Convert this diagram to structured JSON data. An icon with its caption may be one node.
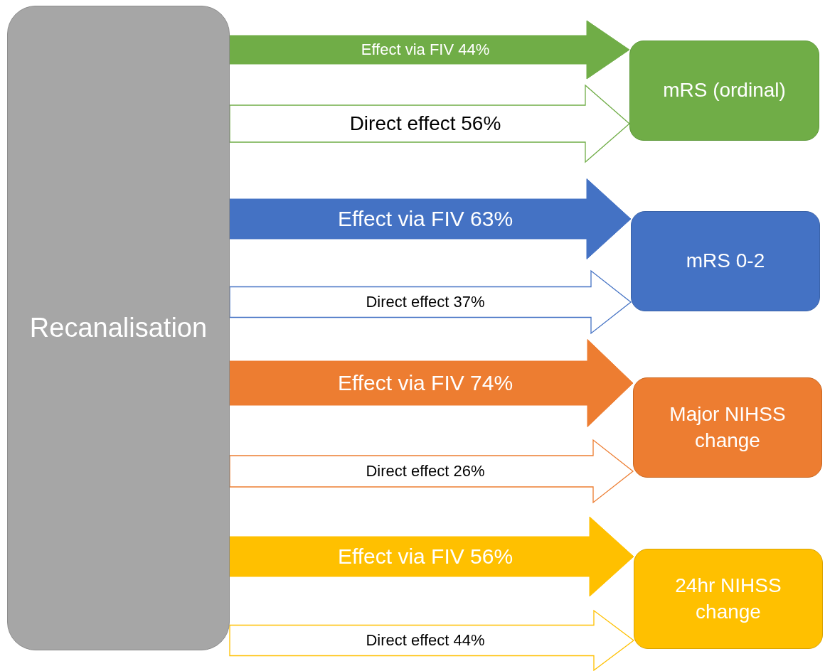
{
  "diagram": {
    "nodes": [
      {
        "text": [
          "Recanalisation"
        ]
      },
      {
        "text": [
          "mRS (ordinal)"
        ]
      },
      {
        "text": [
          "mRS 0-2"
        ]
      },
      {
        "text": [
          "Major NIHSS change"
        ]
      },
      {
        "text": [
          "24hr NIHSS change"
        ]
      }
    ],
    "edges": [
      {
        "from": 0,
        "to": 1,
        "arrow": "to",
        "label": "Effect via FIV 44%",
        "style": "thick",
        "color": "#70ad47"
      },
      {
        "from": 0,
        "to": 1,
        "arrow": "to",
        "label": "Direct effect 56%",
        "color": "#70ad47"
      },
      {
        "from": 0,
        "to": 2,
        "arrow": "to",
        "label": "Effect via FIV 63%",
        "style": "thick",
        "color": "#4472c4"
      },
      {
        "from": 0,
        "to": 2,
        "arrow": "to",
        "label": "Direct effect 37%",
        "color": "#4472c4"
      },
      {
        "from": 0,
        "to": 3,
        "arrow": "to",
        "label": "Effect via FIV 74%",
        "style": "thick",
        "color": "#ed7d31"
      },
      {
        "from": 0,
        "to": 3,
        "arrow": "to",
        "label": "Direct effect 26%",
        "color": "#ed7d31"
      },
      {
        "from": 0,
        "to": 4,
        "arrow": "to",
        "label": "Effect via FIV 56%",
        "style": "thick",
        "color": "#ffc000"
      },
      {
        "from": 0,
        "to": 4,
        "arrow": "to",
        "label": "Direct effect 44%",
        "color": "#ffc000"
      }
    ]
  }
}
